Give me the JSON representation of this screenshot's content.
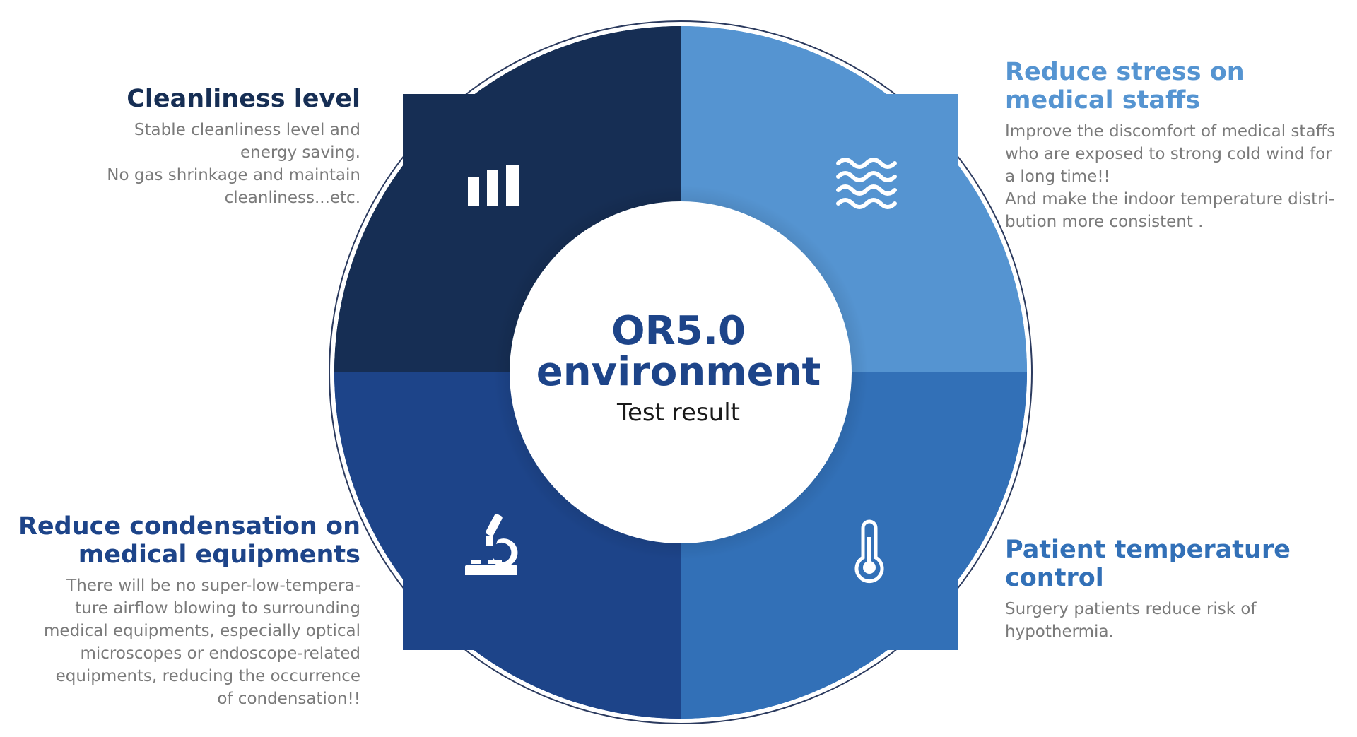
{
  "center": {
    "title_line1": "OR5.0",
    "title_line2": "environment",
    "subtitle": "Test result"
  },
  "quadrants": {
    "top_left": {
      "title": "Cleanliness level",
      "lines": [
        "Stable cleanliness level and",
        "energy saving.",
        "No gas shrinkage and maintain",
        "cleanliness...etc."
      ],
      "icon": "bar-chart-icon",
      "color": "#162e54"
    },
    "top_right": {
      "title_lines": [
        "Reduce stress on",
        "medical staffs"
      ],
      "lines": [
        "Improve the discomfort of medical staffs",
        "who are exposed to strong cold wind for",
        "a long time!!",
        "And make the indoor temperature distri-",
        "bution more consistent ."
      ],
      "icon": "waves-icon",
      "color": "#5594d1"
    },
    "bottom_left": {
      "title_lines": [
        "Reduce condensation on",
        "medical equipments"
      ],
      "lines": [
        "There will be no super-low-tempera-",
        "ture airflow blowing to surrounding",
        "medical equipments, especially optical",
        "microscopes or endoscope-related",
        "equipments, reducing the occurrence",
        "of condensation!!"
      ],
      "icon": "microscope-icon",
      "color": "#1d4489"
    },
    "bottom_right": {
      "title_lines": [
        "Patient temperature",
        "control"
      ],
      "lines": [
        "Surgery patients reduce risk of",
        "hypothermia."
      ],
      "icon": "thermometer-icon",
      "color": "#3270b7"
    }
  }
}
